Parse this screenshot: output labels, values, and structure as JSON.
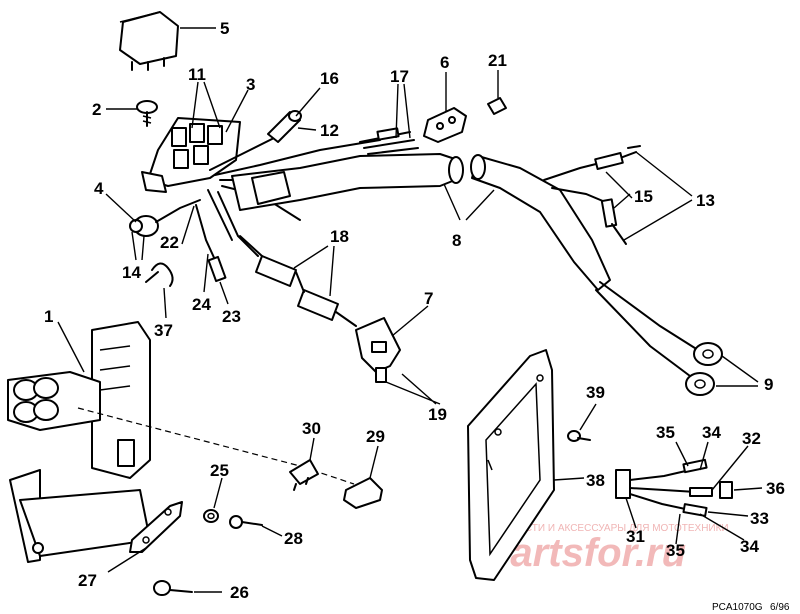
{
  "labels": {
    "l1": "1",
    "l2": "2",
    "l3": "3",
    "l4": "4",
    "l5": "5",
    "l6": "6",
    "l7": "7",
    "l8": "8",
    "l9": "9",
    "l11": "11",
    "l12": "12",
    "l13": "13",
    "l14": "14",
    "l15": "15",
    "l16": "16",
    "l17": "17",
    "l18": "18",
    "l19": "19",
    "l21": "21",
    "l22": "22",
    "l23": "23",
    "l24": "24",
    "l25": "25",
    "l26": "26",
    "l27": "27",
    "l28": "28",
    "l29": "29",
    "l30": "30",
    "l31": "31",
    "l32": "32",
    "l33": "33",
    "l34a": "34",
    "l34b": "34",
    "l35a": "35",
    "l35b": "35",
    "l36": "36",
    "l37": "37",
    "l38": "38",
    "l39": "39"
  },
  "watermark": {
    "tagline": "ЗАПЧАСТИ И АКСЕССУАРЫ ДЛЯ МОТОТЕХНИКИ",
    "logo": "partsfor.ru"
  },
  "footer": {
    "code": "PCA1070G",
    "date": "6/96"
  },
  "colors": {
    "line": "#000000",
    "background": "#ffffff",
    "watermark": "#f2b9b9"
  }
}
